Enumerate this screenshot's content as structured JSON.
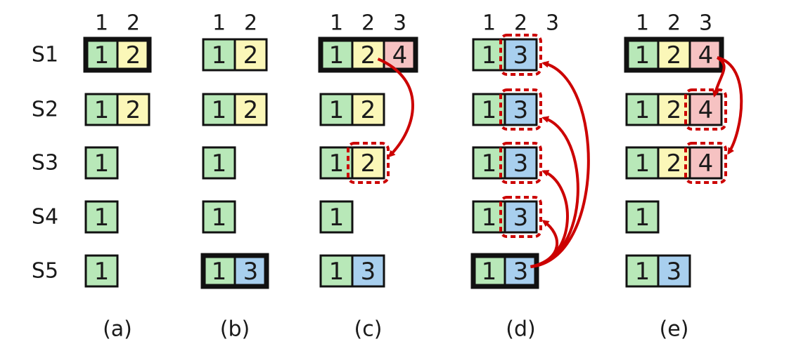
{
  "colors": {
    "green": "#b8e8b8",
    "yellow": "#fbf7b8",
    "blue": "#a8cfee",
    "pink": "#f6c2c2",
    "arrow": "#cc0000",
    "stroke": "#111111"
  },
  "server_labels": [
    "S1",
    "S2",
    "S3",
    "S4",
    "S5"
  ],
  "panels": [
    {
      "caption": "(a)",
      "index_labels": [
        "1",
        "2"
      ],
      "rows": [
        {
          "server": "S1",
          "leader": true,
          "entries": [
            {
              "term": "1",
              "color": "green"
            },
            {
              "term": "2",
              "color": "yellow"
            }
          ]
        },
        {
          "server": "S2",
          "leader": false,
          "entries": [
            {
              "term": "1",
              "color": "green"
            },
            {
              "term": "2",
              "color": "yellow"
            }
          ]
        },
        {
          "server": "S3",
          "leader": false,
          "entries": [
            {
              "term": "1",
              "color": "green"
            }
          ]
        },
        {
          "server": "S4",
          "leader": false,
          "entries": [
            {
              "term": "1",
              "color": "green"
            }
          ]
        },
        {
          "server": "S5",
          "leader": false,
          "entries": [
            {
              "term": "1",
              "color": "green"
            }
          ]
        }
      ],
      "highlights": []
    },
    {
      "caption": "(b)",
      "index_labels": [
        "1",
        "2"
      ],
      "rows": [
        {
          "server": "S1",
          "leader": false,
          "entries": [
            {
              "term": "1",
              "color": "green"
            },
            {
              "term": "2",
              "color": "yellow"
            }
          ]
        },
        {
          "server": "S2",
          "leader": false,
          "entries": [
            {
              "term": "1",
              "color": "green"
            },
            {
              "term": "2",
              "color": "yellow"
            }
          ]
        },
        {
          "server": "S3",
          "leader": false,
          "entries": [
            {
              "term": "1",
              "color": "green"
            }
          ]
        },
        {
          "server": "S4",
          "leader": false,
          "entries": [
            {
              "term": "1",
              "color": "green"
            }
          ]
        },
        {
          "server": "S5",
          "leader": true,
          "entries": [
            {
              "term": "1",
              "color": "green"
            },
            {
              "term": "3",
              "color": "blue"
            }
          ]
        }
      ],
      "highlights": []
    },
    {
      "caption": "(c)",
      "index_labels": [
        "1",
        "2",
        "3"
      ],
      "rows": [
        {
          "server": "S1",
          "leader": true,
          "entries": [
            {
              "term": "1",
              "color": "green"
            },
            {
              "term": "2",
              "color": "yellow"
            },
            {
              "term": "4",
              "color": "pink"
            }
          ]
        },
        {
          "server": "S2",
          "leader": false,
          "entries": [
            {
              "term": "1",
              "color": "green"
            },
            {
              "term": "2",
              "color": "yellow"
            }
          ]
        },
        {
          "server": "S3",
          "leader": false,
          "entries": [
            {
              "term": "1",
              "color": "green"
            },
            {
              "term": "2",
              "color": "yellow"
            }
          ]
        },
        {
          "server": "S4",
          "leader": false,
          "entries": [
            {
              "term": "1",
              "color": "green"
            }
          ]
        },
        {
          "server": "S5",
          "leader": false,
          "entries": [
            {
              "term": "1",
              "color": "green"
            },
            {
              "term": "3",
              "color": "blue"
            }
          ]
        }
      ],
      "highlights": [
        {
          "row": 2,
          "col": 1
        }
      ],
      "arrows": [
        {
          "from_row": 0,
          "from_col": 1,
          "to_row": 2,
          "to_col": 1
        }
      ]
    },
    {
      "caption": "(d)",
      "index_labels": [
        "1",
        "2",
        "3"
      ],
      "rows": [
        {
          "server": "S1",
          "leader": false,
          "entries": [
            {
              "term": "1",
              "color": "green"
            },
            {
              "term": "3",
              "color": "blue"
            }
          ]
        },
        {
          "server": "S2",
          "leader": false,
          "entries": [
            {
              "term": "1",
              "color": "green"
            },
            {
              "term": "3",
              "color": "blue"
            }
          ]
        },
        {
          "server": "S3",
          "leader": false,
          "entries": [
            {
              "term": "1",
              "color": "green"
            },
            {
              "term": "3",
              "color": "blue"
            }
          ]
        },
        {
          "server": "S4",
          "leader": false,
          "entries": [
            {
              "term": "1",
              "color": "green"
            },
            {
              "term": "3",
              "color": "blue"
            }
          ]
        },
        {
          "server": "S5",
          "leader": true,
          "entries": [
            {
              "term": "1",
              "color": "green"
            },
            {
              "term": "3",
              "color": "blue"
            }
          ]
        }
      ],
      "highlights": [
        {
          "row": 0,
          "col": 1
        },
        {
          "row": 1,
          "col": 1
        },
        {
          "row": 2,
          "col": 1
        },
        {
          "row": 3,
          "col": 1
        }
      ],
      "arrows": [
        {
          "from_row": 4,
          "from_col": 1,
          "to_row": 0,
          "to_col": 1
        },
        {
          "from_row": 4,
          "from_col": 1,
          "to_row": 1,
          "to_col": 1
        },
        {
          "from_row": 4,
          "from_col": 1,
          "to_row": 2,
          "to_col": 1
        },
        {
          "from_row": 4,
          "from_col": 1,
          "to_row": 3,
          "to_col": 1
        }
      ]
    },
    {
      "caption": "(e)",
      "index_labels": [
        "1",
        "2",
        "3"
      ],
      "rows": [
        {
          "server": "S1",
          "leader": true,
          "entries": [
            {
              "term": "1",
              "color": "green"
            },
            {
              "term": "2",
              "color": "yellow"
            },
            {
              "term": "4",
              "color": "pink"
            }
          ]
        },
        {
          "server": "S2",
          "leader": false,
          "entries": [
            {
              "term": "1",
              "color": "green"
            },
            {
              "term": "2",
              "color": "yellow"
            },
            {
              "term": "4",
              "color": "pink"
            }
          ]
        },
        {
          "server": "S3",
          "leader": false,
          "entries": [
            {
              "term": "1",
              "color": "green"
            },
            {
              "term": "2",
              "color": "yellow"
            },
            {
              "term": "4",
              "color": "pink"
            }
          ]
        },
        {
          "server": "S4",
          "leader": false,
          "entries": [
            {
              "term": "1",
              "color": "green"
            }
          ]
        },
        {
          "server": "S5",
          "leader": false,
          "entries": [
            {
              "term": "1",
              "color": "green"
            },
            {
              "term": "3",
              "color": "blue"
            }
          ]
        }
      ],
      "highlights": [
        {
          "row": 1,
          "col": 2
        },
        {
          "row": 2,
          "col": 2
        }
      ],
      "arrows": [
        {
          "from_row": 0,
          "from_col": 2,
          "to_row": 1,
          "to_col": 2
        },
        {
          "from_row": 0,
          "from_col": 2,
          "to_row": 2,
          "to_col": 2
        }
      ]
    }
  ]
}
